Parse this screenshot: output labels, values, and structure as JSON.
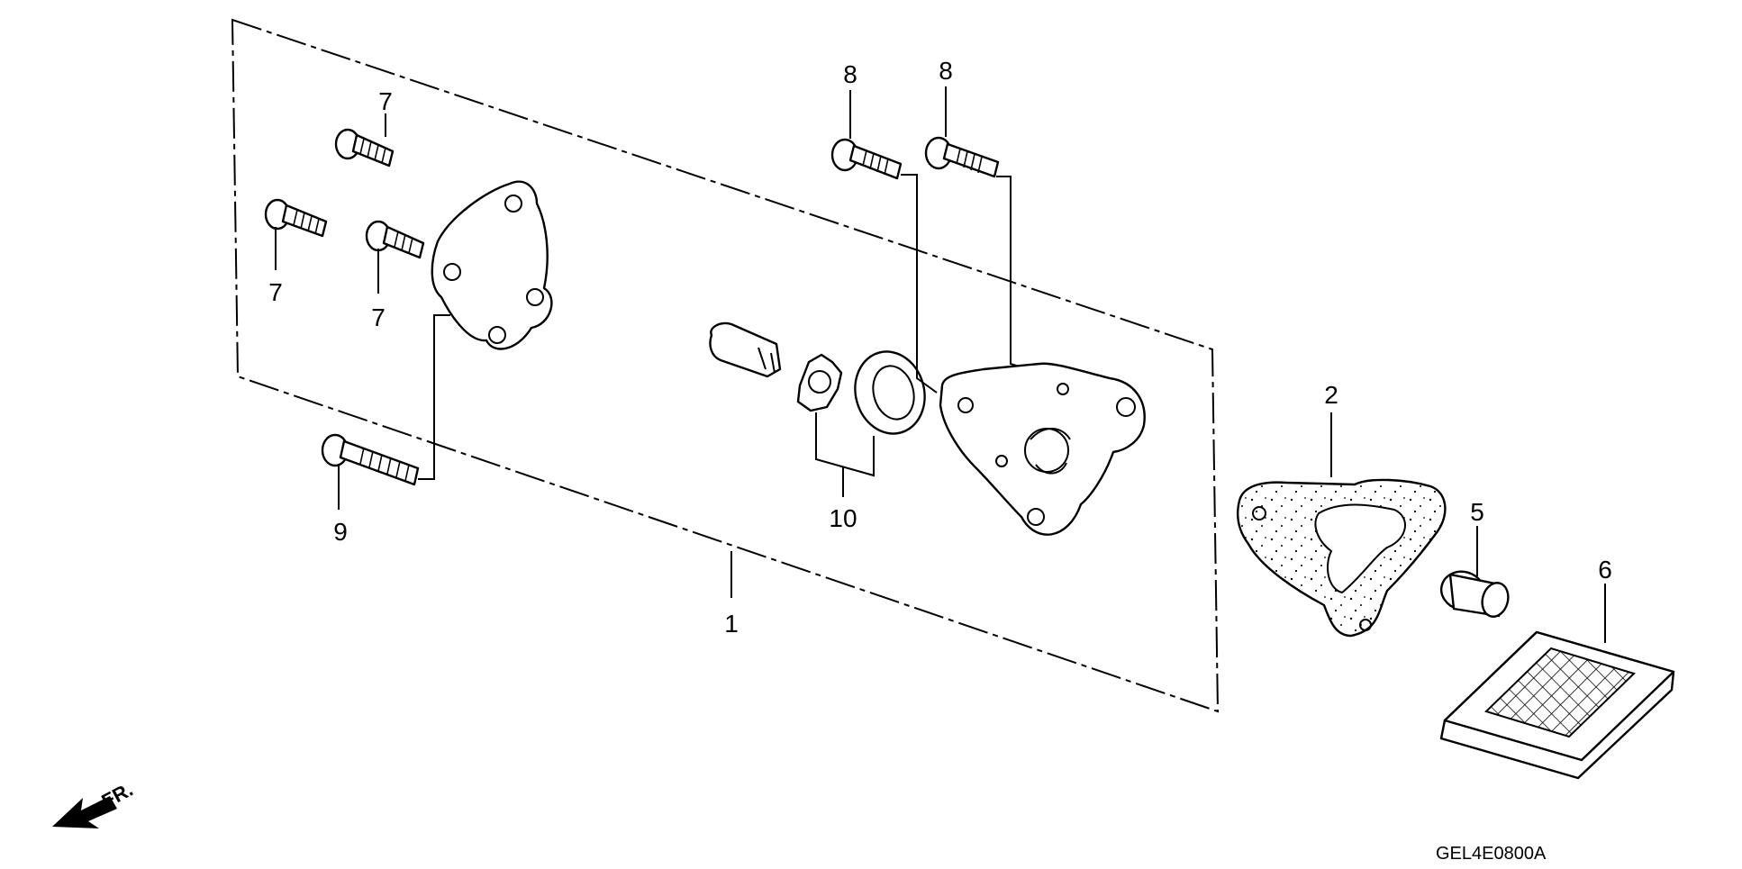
{
  "callouts": {
    "c1": "1",
    "c2": "2",
    "c5": "5",
    "c6": "6",
    "c7a": "7",
    "c7b": "7",
    "c7c": "7",
    "c8a": "8",
    "c8b": "8",
    "c9": "9",
    "c10": "10"
  },
  "direction_label": "FR.",
  "diagram_code": "GEL4E0800A"
}
